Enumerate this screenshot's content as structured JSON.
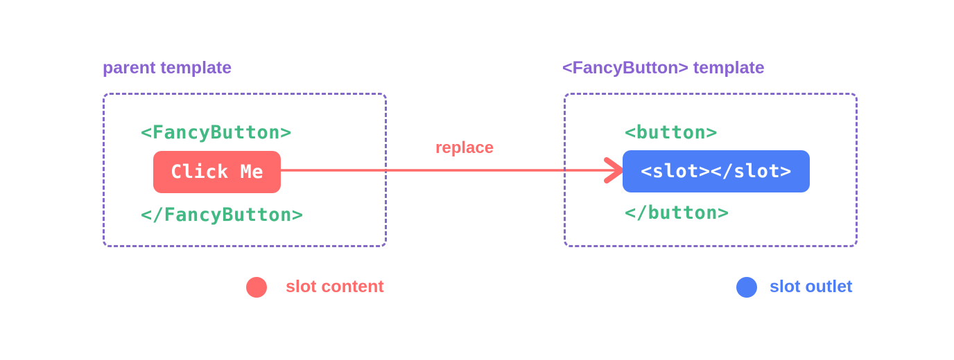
{
  "diagram": {
    "parent": {
      "title": "parent template",
      "open_tag": "<FancyButton>",
      "button_label": "Click Me",
      "close_tag": "</FancyButton>"
    },
    "arrow_label": "replace",
    "component": {
      "title": "<FancyButton> template",
      "open_tag": "<button>",
      "slot_code": "<slot></slot>",
      "close_tag": "</button>"
    },
    "legend": {
      "slot_content_label": "slot content",
      "slot_outlet_label": "slot outlet"
    }
  },
  "colors": {
    "purple_text": "#8a63d2",
    "purple_border": "#8468c8",
    "green_code": "#42b883",
    "coral": "#ff6b6b",
    "blue": "#4c7ef8",
    "code_on_fill": "#ffffff",
    "background": "#ffffff"
  }
}
